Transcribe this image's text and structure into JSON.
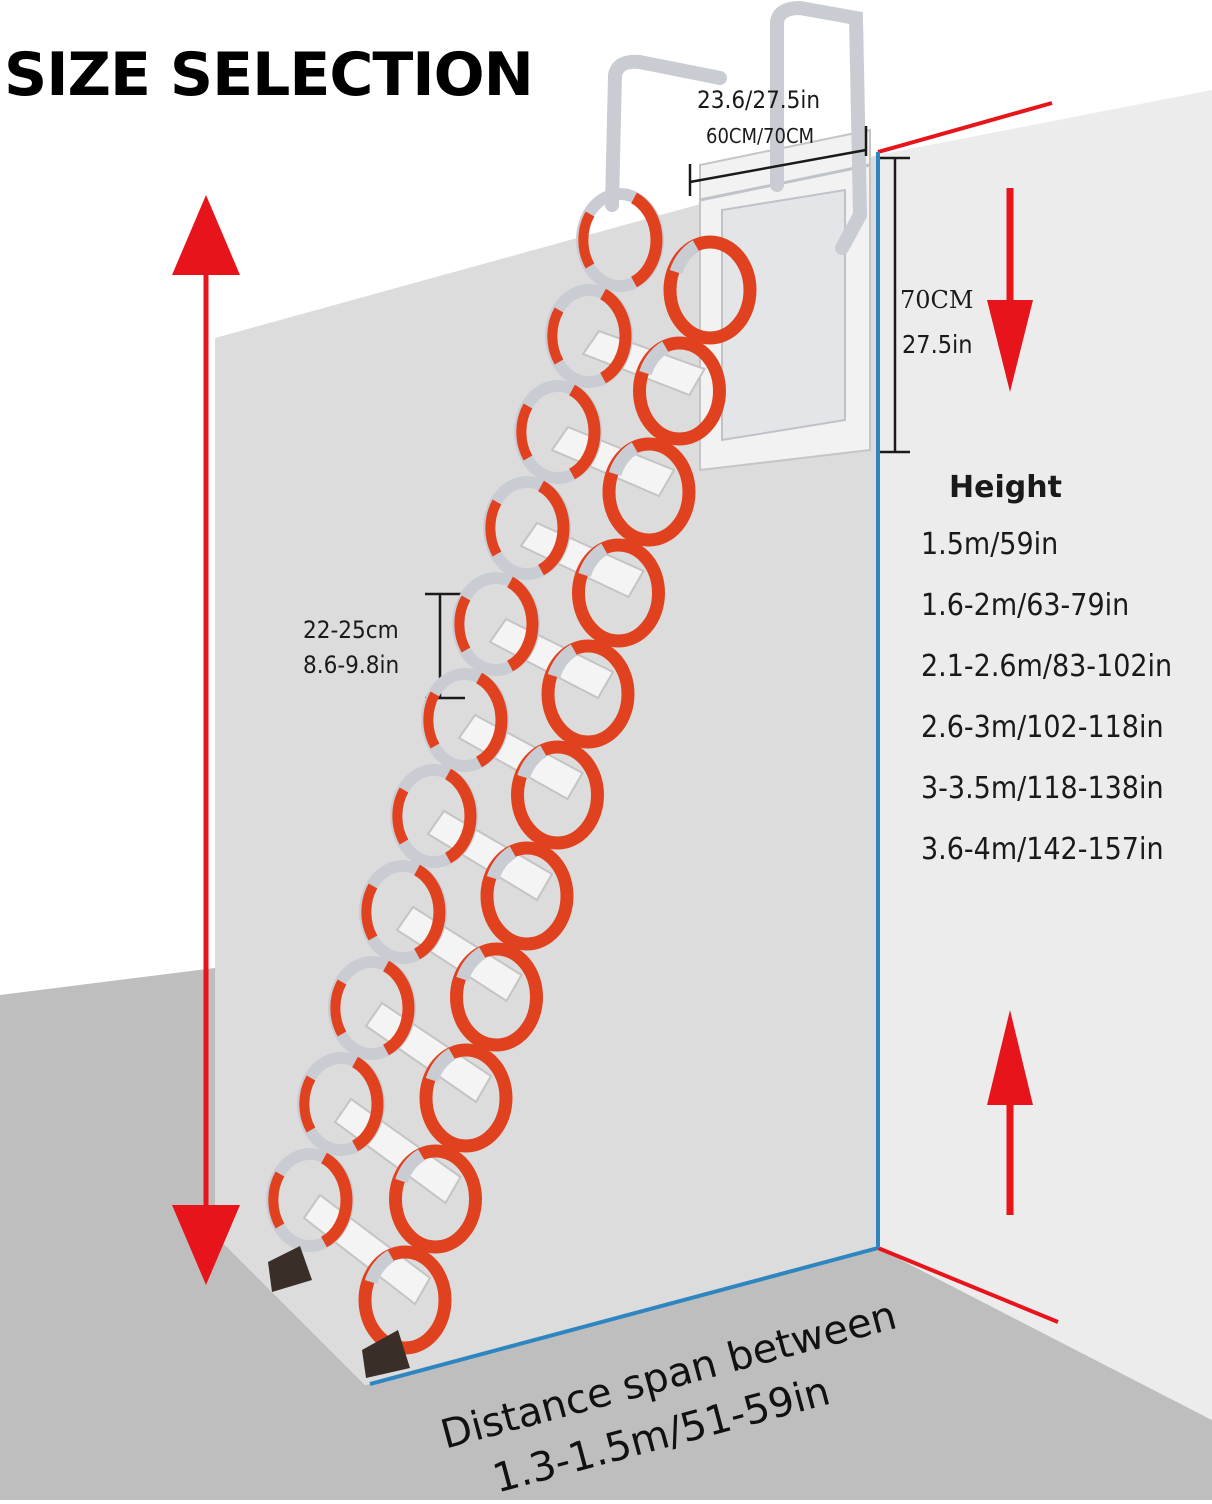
{
  "title": "SIZE SELECTION",
  "width_dim": {
    "line1": "23.6/27.5in",
    "line2": "60CM/70CM"
  },
  "top_depth": {
    "line1": "70CM",
    "line2": "27.5in"
  },
  "step_spacing": {
    "line1": "22-25cm",
    "line2": "8.6-9.8in"
  },
  "height_table": {
    "heading": "Height",
    "values": [
      "1.5m/59in",
      "1.6-2m/63-79in",
      "2.1-2.6m/83-102in",
      "2.6-3m/102-118in",
      "3-3.5m/118-138in",
      "3.6-4m/142-157in"
    ]
  },
  "distance_span": {
    "line1": "Distance span between",
    "line2": "1.3-1.5m/51-59in"
  },
  "colors": {
    "arrow_red": "#e8141c",
    "edge_blue": "#2e86c1",
    "wall": "#dcdcdc",
    "floor": "#bdbdbd",
    "wall_side": "#eeeeee",
    "ladder_red": "#e0421f",
    "ladder_silver": "#c9cdd3"
  }
}
